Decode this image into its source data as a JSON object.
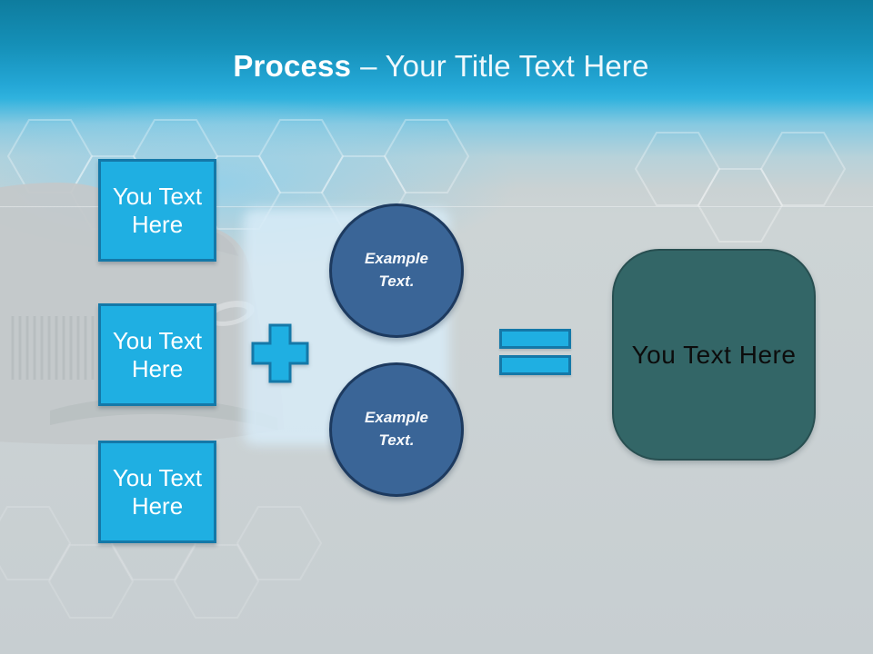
{
  "slide": {
    "title": {
      "keyword": "Process",
      "rest": "– Your Title Text Here"
    }
  },
  "equation": {
    "inputs": [
      "You Text Here",
      "You Text Here",
      "You Text Here"
    ],
    "examples": [
      "Example Text.",
      "Example Text."
    ],
    "result": "You Text Here"
  },
  "icons": {
    "plus": "plus-icon",
    "equals": "equals-icon",
    "background_art": [
      "car-silhouette",
      "hexagon-pattern"
    ]
  },
  "colors": {
    "accent_cyan": "#1fafe2",
    "accent_cyan_border": "#1478a8",
    "circle_fill": "#3a6597",
    "circle_border": "#1d3a5f",
    "result_fill": "#336667",
    "result_border": "#284f51",
    "title_color": "#ffffff",
    "header_top": "#0e7c9e",
    "header_bright": "#2fb2de",
    "canvas_gray": "#cbd2d4"
  }
}
